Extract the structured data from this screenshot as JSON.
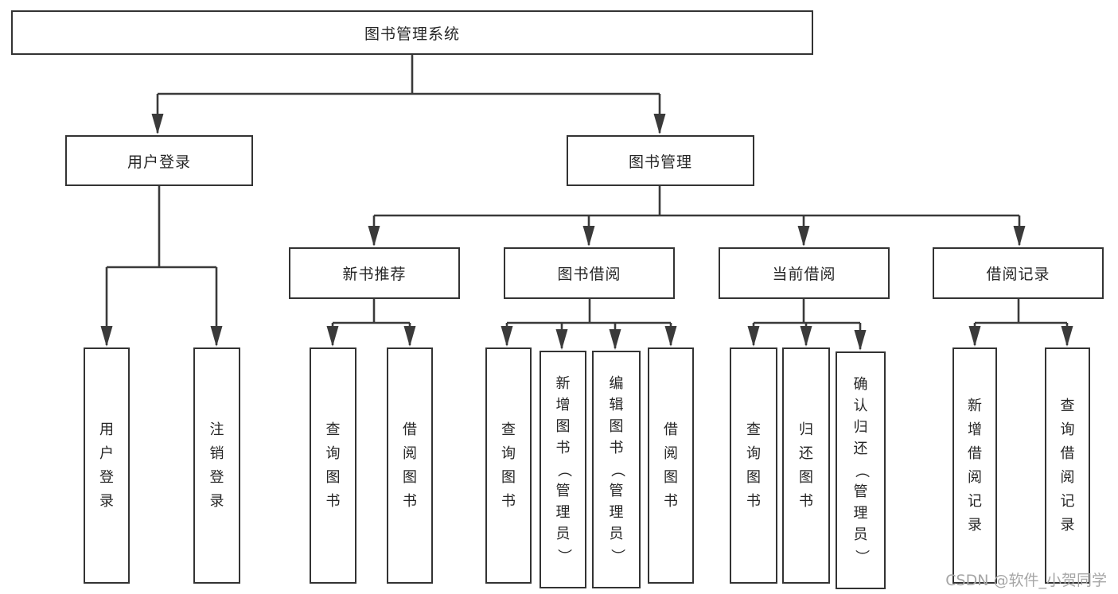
{
  "diagram_type": "hierarchy-tree",
  "nodes": {
    "root": "图书管理系统",
    "user_login": "用户登录",
    "book_management": "图书管理",
    "new_book_recommend": "新书推荐",
    "book_borrowing": "图书借阅",
    "current_borrowing": "当前借阅",
    "borrow_records": "借阅记录",
    "leaf_user_login": "用户登录",
    "leaf_logout": "注销登录",
    "leaf_nb_query_books": "查询图书",
    "leaf_nb_borrow_books": "借阅图书",
    "leaf_bb_query_books": "查询图书",
    "leaf_bb_add_books": "新增图书（管理员）",
    "leaf_bb_edit_books": "编辑图书（管理员）",
    "leaf_bb_borrow_books": "借阅图书",
    "leaf_cb_query_books": "查询图书",
    "leaf_cb_return_books": "归还图书",
    "leaf_cb_confirm_return": "确认归还（管理员）",
    "leaf_br_add_record": "新增借阅记录",
    "leaf_br_query_record": "查询借阅记录"
  },
  "watermark": "CSDN @软件_小贺同学",
  "colors": {
    "line": "#3a3a3a",
    "border": "#333333",
    "text": "#262626",
    "watermark": "#a6a6a6"
  }
}
